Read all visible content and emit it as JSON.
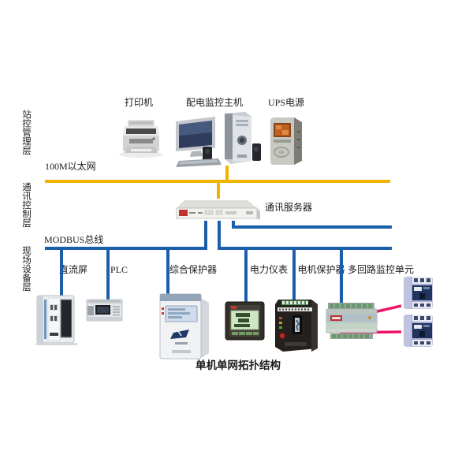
{
  "title": "单机单网拓扑结构",
  "colors": {
    "ethernet": "#f0b400",
    "modbus": "#1b5faa",
    "feeder": "#ee1566",
    "text": "#1a1a1a"
  },
  "layers": {
    "station": "站控管理层",
    "comm": "通讯控制层",
    "field": "现场设备层"
  },
  "buses": {
    "ethernet": "100M以太网",
    "modbus": "MODBUS总线"
  },
  "nodes": {
    "printer": "打印机",
    "host": "配电监控主机",
    "ups": "UPS电源",
    "server": "通讯服务器",
    "dc_panel": "直流屏",
    "plc": "PLC",
    "protector": "综合保护器",
    "meter": "电力仪表",
    "motor_protector": "电机保护器",
    "multiloop": "多回路监控单元"
  }
}
